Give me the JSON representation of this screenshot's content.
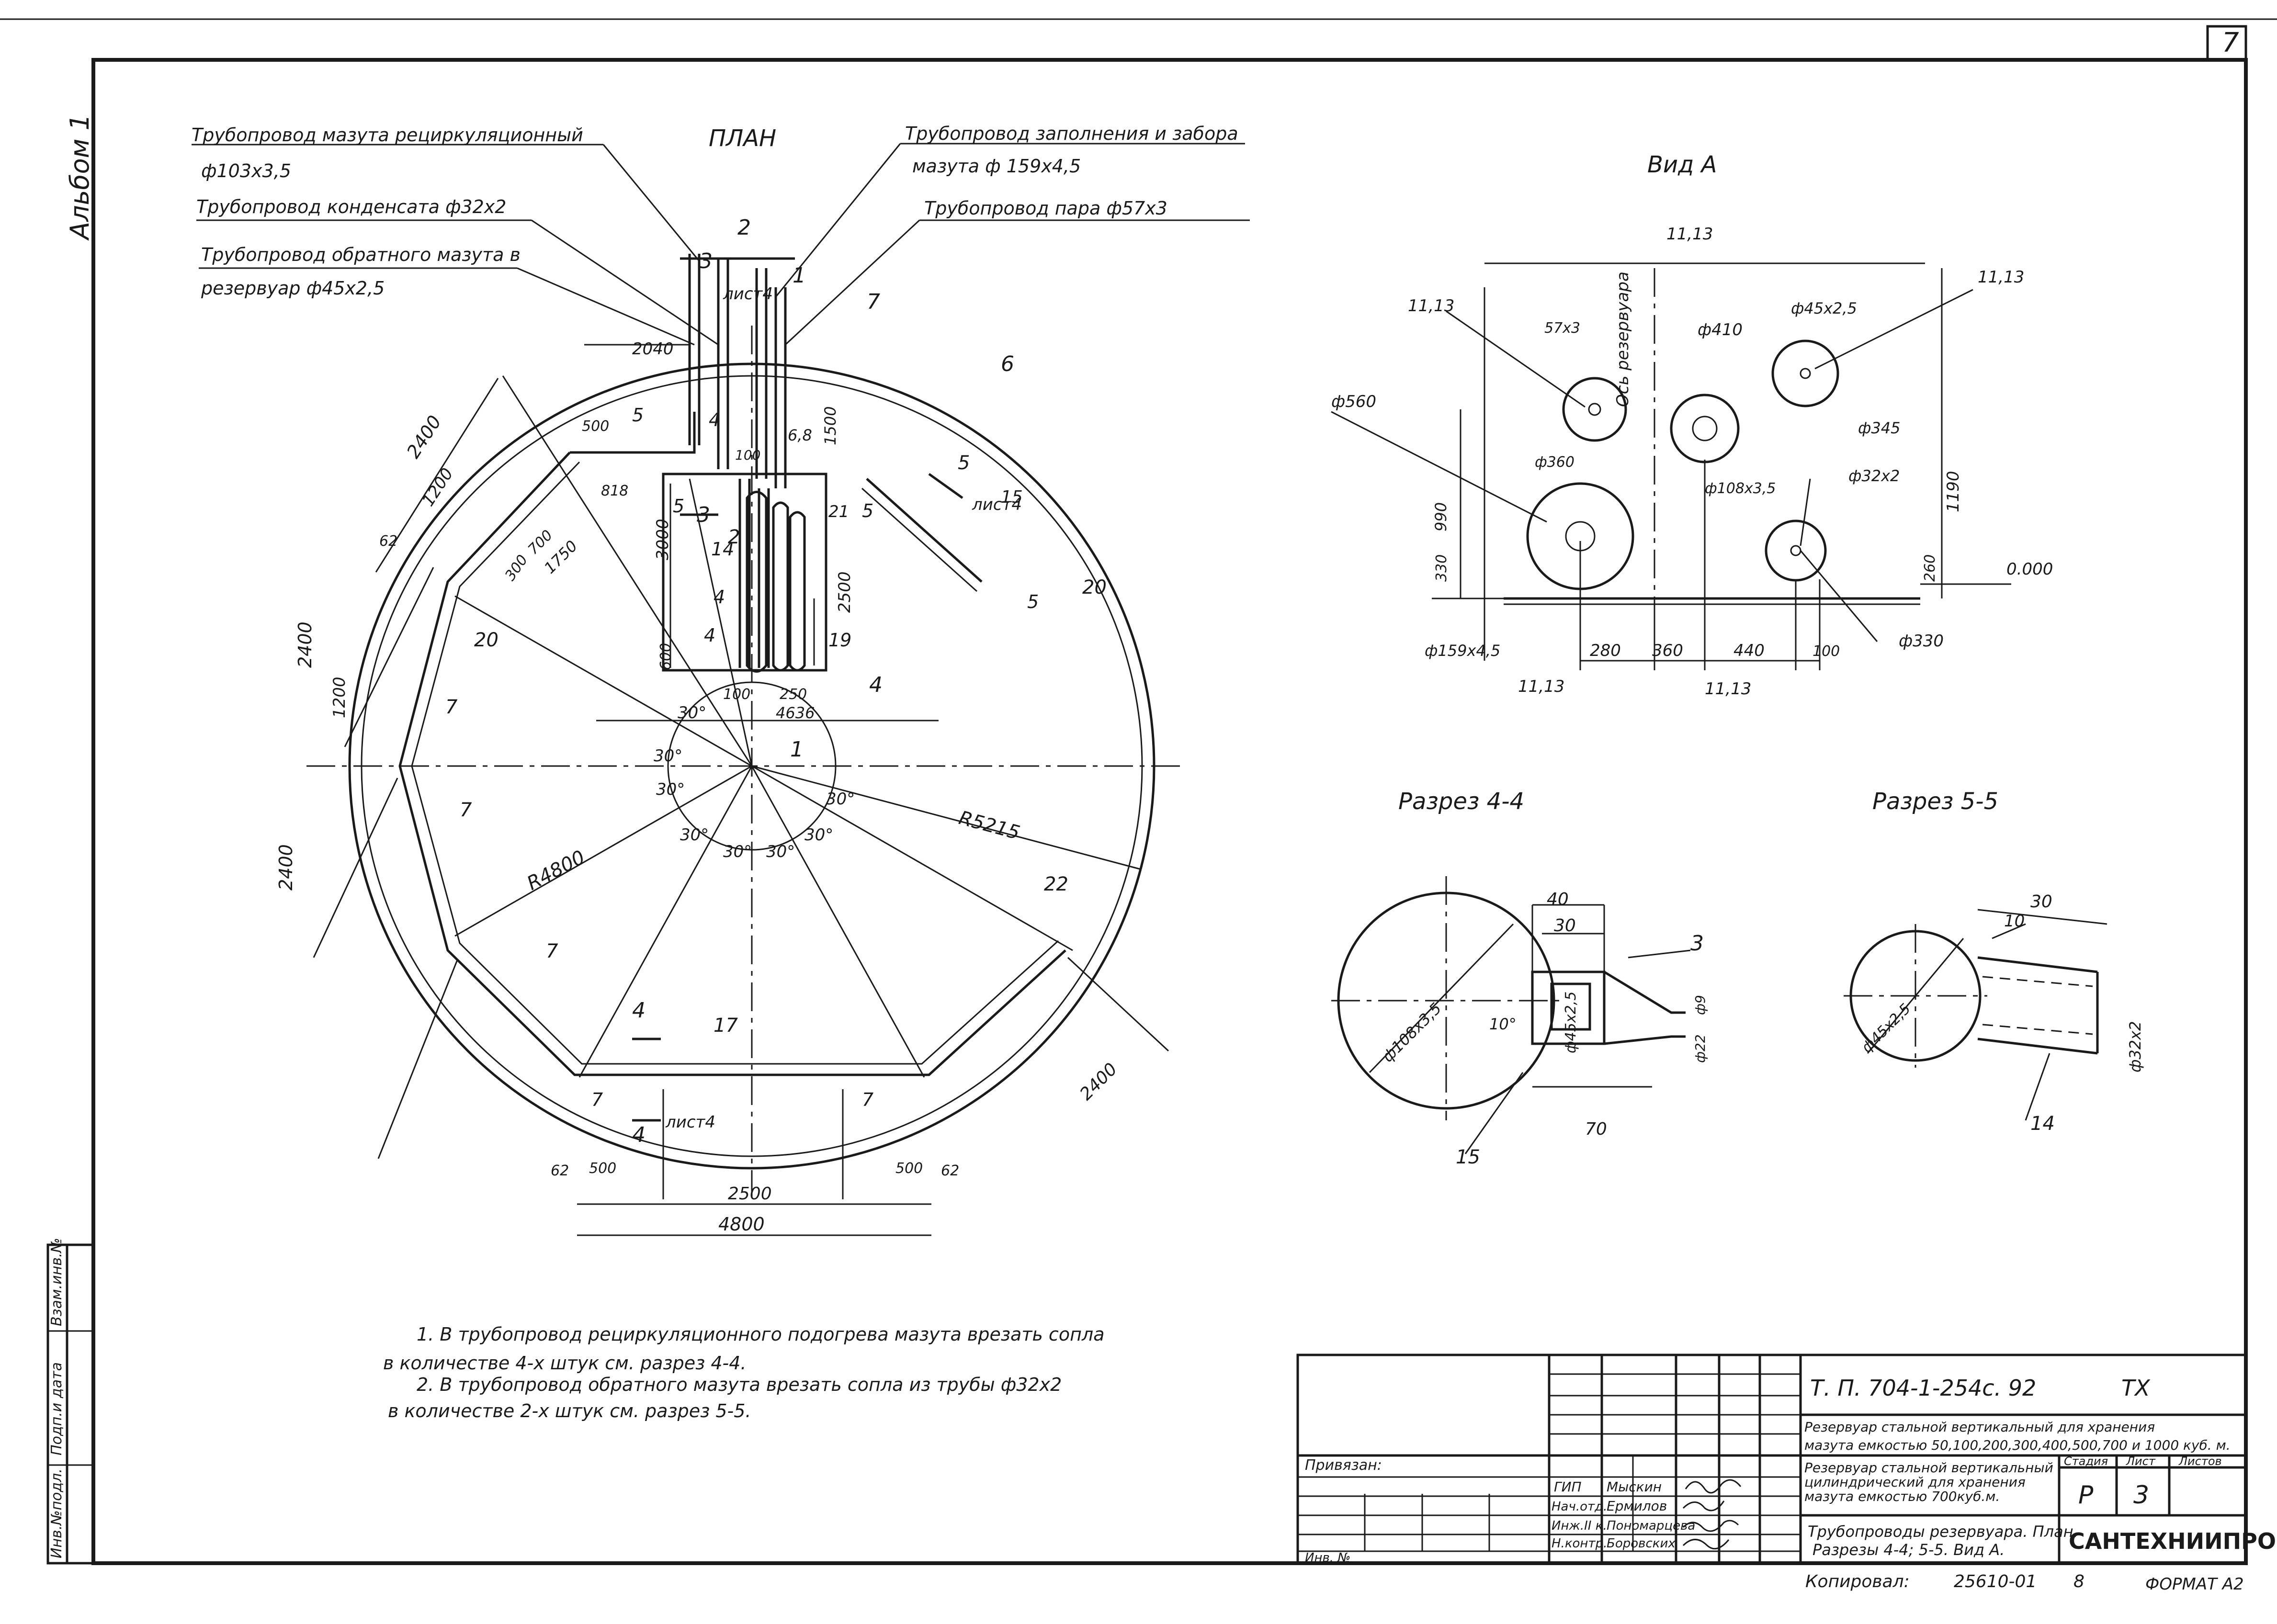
{
  "sheet": {
    "number": "7",
    "album": "Альбом 1",
    "format": "ФОРМАТ А2",
    "copied": "Копировал:",
    "order": "25610-01",
    "page": "8"
  },
  "side_stamp": [
    "Инв.№подл.",
    "Подп.и дата",
    "Взам.инв.№"
  ],
  "plan": {
    "title": "ПЛАН",
    "callouts": [
      "Трубопровод мазута рециркуляционный",
      "ф103х3,5",
      "Трубопровод конденсата ф32х2",
      "Трубопровод обратного мазута в",
      "резервуар ф45х2,5",
      "Трубопровод заполнения и забора",
      "мазута ф 159х4,5",
      "Трубопровод пара ф57х3"
    ],
    "dims": [
      "2040",
      "2400",
      "1200",
      "62",
      "500",
      "818",
      "300",
      "700",
      "1750",
      "3000",
      "2500",
      "1500",
      "600",
      "100",
      "250",
      "4636",
      "R4800",
      "R5215",
      "4800"
    ],
    "angle": "30°",
    "marks": [
      "1",
      "2",
      "3",
      "4",
      "5",
      "6",
      "7",
      "14",
      "15",
      "17",
      "19",
      "20",
      "21",
      "22"
    ],
    "sheet_refs": [
      "лист4",
      "лист4",
      "лист4"
    ],
    "sizes": [
      "6,8",
      "100"
    ]
  },
  "view_a": {
    "title": "Вид А",
    "axis": "Ось резервуара",
    "labels": [
      "11,13",
      "57х3",
      "ф410",
      "ф45х2,5",
      "ф560",
      "ф360",
      "ф108х3,5",
      "ф345",
      "ф32х2",
      "ф159х4,5",
      "ф330"
    ],
    "dims": [
      "990",
      "330",
      "1190",
      "260",
      "280",
      "360",
      "440",
      "100"
    ],
    "level": "0.000"
  },
  "section_44": {
    "title": "Разрез 4-4",
    "labels": [
      "40",
      "30",
      "3",
      "ф108х3,5",
      "10°",
      "ф45х2,5",
      "ф9",
      "ф22",
      "70",
      "15"
    ]
  },
  "section_55": {
    "title": "Разрез 5-5",
    "labels": [
      "30",
      "10",
      "ф45х2,5",
      "ф32х2",
      "14"
    ]
  },
  "notes": [
    "1. В трубопровод рециркуляционного подогрева мазута врезать сопла",
    "в количестве 4-х штук  см. разрез 4-4.",
    "2. В трубопровод обратного мазута врезать сопла из трубы ф32х2",
    "в количестве 2-х штук см. разрез 5-5."
  ],
  "title_block": {
    "code": "Т. П.  704-1-254с. 92",
    "mark": "ТХ",
    "project": [
      "Резервуар стальной вертикальный для хранения",
      "мазута емкостью 50,100,200,300,400,500,700 и 1000 куб. м."
    ],
    "object": [
      "Резервуар стальной вертикальный",
      "цилиндрический для хранения",
      "мазута емкостью 700куб.м."
    ],
    "sheet_title": [
      "Трубопроводы резервуара. План.",
      "Разрезы 4-4; 5-5. Вид А."
    ],
    "col_headers": [
      "Стадия",
      "Лист",
      "Листов"
    ],
    "stage": "Р",
    "sheet_no": "3",
    "org": "САНТЕХНИИПРОЕКТ",
    "bound": "Привязан:",
    "inv": "Инв. №",
    "staff": [
      {
        "role": "ГИП",
        "name": "Мыскин"
      },
      {
        "role": "Нач.отд.",
        "name": "Ермилов"
      },
      {
        "role": "Инж.II к.",
        "name": "Пономарцева"
      },
      {
        "role": "Н.контр.",
        "name": "Боровских"
      }
    ]
  }
}
